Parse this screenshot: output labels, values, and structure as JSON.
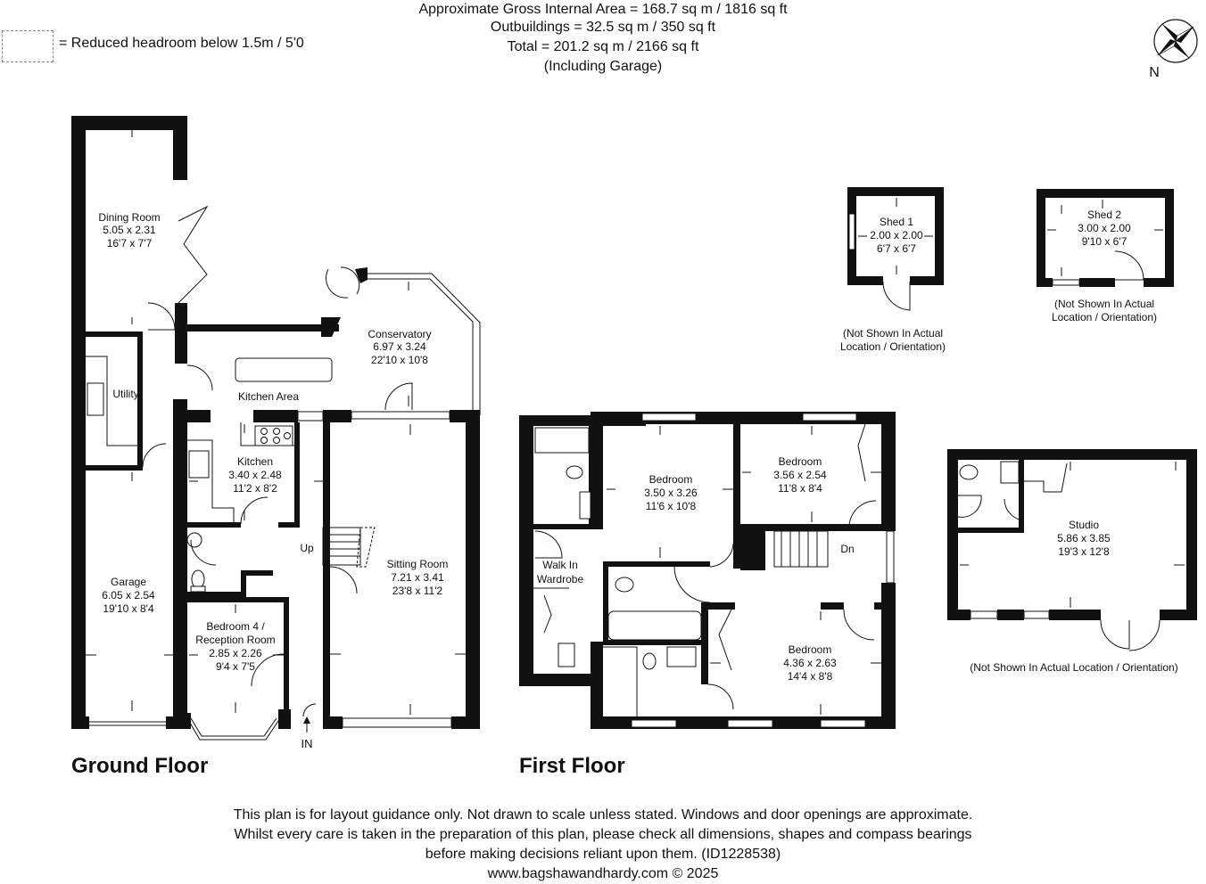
{
  "header": {
    "line1": "Approximate Gross Internal Area = 168.7 sq m / 1816 sq ft",
    "line2": "Outbuildings = 32.5 sq m / 350 sq ft",
    "line3": "Total = 201.2 sq m / 2166 sq ft",
    "line4": "(Including Garage)"
  },
  "legend": {
    "text": "= Reduced headroom below 1.5m / 5'0"
  },
  "compass": {
    "label": "N"
  },
  "floors": {
    "ground": "Ground Floor",
    "first": "First Floor"
  },
  "rooms": {
    "dining": {
      "name": "Dining Room",
      "metric": "5.05 x 2.31",
      "imperial": "16'7 x 7'7"
    },
    "utility": {
      "name": "Utility"
    },
    "conservatory": {
      "name": "Conservatory",
      "metric": "6.97 x 3.24",
      "imperial": "22'10 x 10'8"
    },
    "kitchen_area": {
      "name": "Kitchen Area"
    },
    "kitchen": {
      "name": "Kitchen",
      "metric": "3.40 x 2.48",
      "imperial": "11'2 x 8'2"
    },
    "garage": {
      "name": "Garage",
      "metric": "6.05 x 2.54",
      "imperial": "19'10 x 8'4"
    },
    "bedroom4": {
      "name1": "Bedroom 4 /",
      "name2": "Reception Room",
      "metric": "2.85 x 2.26",
      "imperial": "9'4 x 7'5"
    },
    "sitting": {
      "name": "Sitting Room",
      "metric": "7.21 x 3.41",
      "imperial": "23'8 x 11'2"
    },
    "bed_a": {
      "name": "Bedroom",
      "metric": "3.50 x 3.26",
      "imperial": "11'6 x 10'8"
    },
    "bed_b": {
      "name": "Bedroom",
      "metric": "3.56 x 2.54",
      "imperial": "11'8 x 8'4"
    },
    "bed_c": {
      "name": "Bedroom",
      "metric": "4.36 x 2.63",
      "imperial": "14'4 x 8'8"
    },
    "wardrobe": {
      "name1": "Walk In",
      "name2": "Wardrobe"
    },
    "shed1": {
      "name": "Shed 1",
      "metric": "2.00 x 2.00",
      "imperial": "6'7 x 6'7"
    },
    "shed2": {
      "name": "Shed 2",
      "metric": "3.00 x 2.00",
      "imperial": "9'10 x 6'7"
    },
    "studio": {
      "name": "Studio",
      "metric": "5.86 x 3.85",
      "imperial": "19'3 x 12'8"
    }
  },
  "labels": {
    "up": "Up",
    "dn": "Dn",
    "in": "IN",
    "shed1_note1": "(Not Shown In Actual",
    "shed1_note2": "Location / Orientation)",
    "shed2_note1": "(Not Shown In Actual",
    "shed2_note2": "Location / Orientation)",
    "studio_note": "(Not Shown In Actual Location / Orientation)"
  },
  "footer": {
    "line1": "This plan is for layout guidance only. Not drawn to scale unless stated. Windows and door openings are approximate.",
    "line2": "Whilst every care is taken in the preparation of this plan, please check all dimensions, shapes and compass bearings",
    "line3": "before making decisions reliant upon them. (ID1228538)",
    "line4": "www.bagshawandhardy.com © 2025"
  }
}
